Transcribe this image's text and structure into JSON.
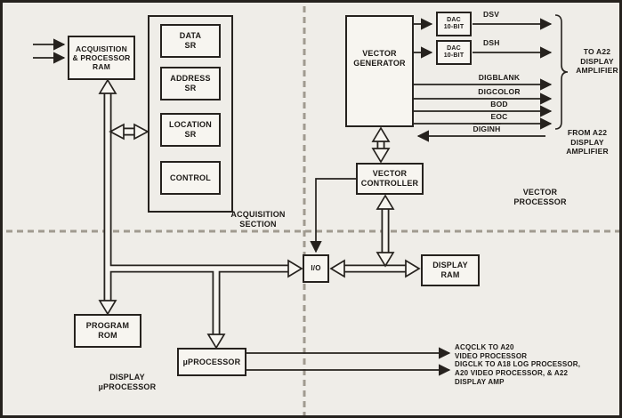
{
  "blocks": {
    "acquisition_ram": "ACQUISITION\n& PROCESSOR\nRAM",
    "data_sr": "DATA\nSR",
    "address_sr": "ADDRESS\nSR",
    "location_sr": "LOCATION\nSR",
    "control": "CONTROL",
    "vector_generator": "VECTOR\nGENERATOR",
    "dac_top": "DAC\n10-BIT",
    "dac_bottom": "DAC\n10-BIT",
    "vector_controller": "VECTOR\nCONTROLLER",
    "io": "I/O",
    "display_ram": "DISPLAY\nRAM",
    "program_rom": "PROGRAM\nROM",
    "microprocessor": "µPROCESSOR"
  },
  "sections": {
    "acquisition_section": "ACQUISITION\nSECTION",
    "vector_processor": "VECTOR\nPROCESSOR",
    "display_microprocessor": "DISPLAY\nµPROCESSOR"
  },
  "signals": {
    "dsv": "DSV",
    "dsh": "DSH",
    "digblank": "DIGBLANK",
    "digcolor": "DIGCOLOR",
    "bod": "BOD",
    "eoc": "EOC",
    "diginh": "DIGINH"
  },
  "annotations": {
    "to_a22": "TO A22\nDISPLAY\nAMPLIFIER",
    "from_a22": "FROM A22\nDISPLAY\nAMPLIFIER",
    "acqclk": "ACQCLK TO A20\nVIDEO PROCESSOR",
    "digclk": "DIGCLK TO A18 LOG PROCESSOR,\nA20 VIDEO PROCESSOR, & A22\nDISPLAY AMP"
  },
  "colors": {
    "line": "#26221e",
    "background": "#efede8",
    "divider": "#a09a90"
  }
}
